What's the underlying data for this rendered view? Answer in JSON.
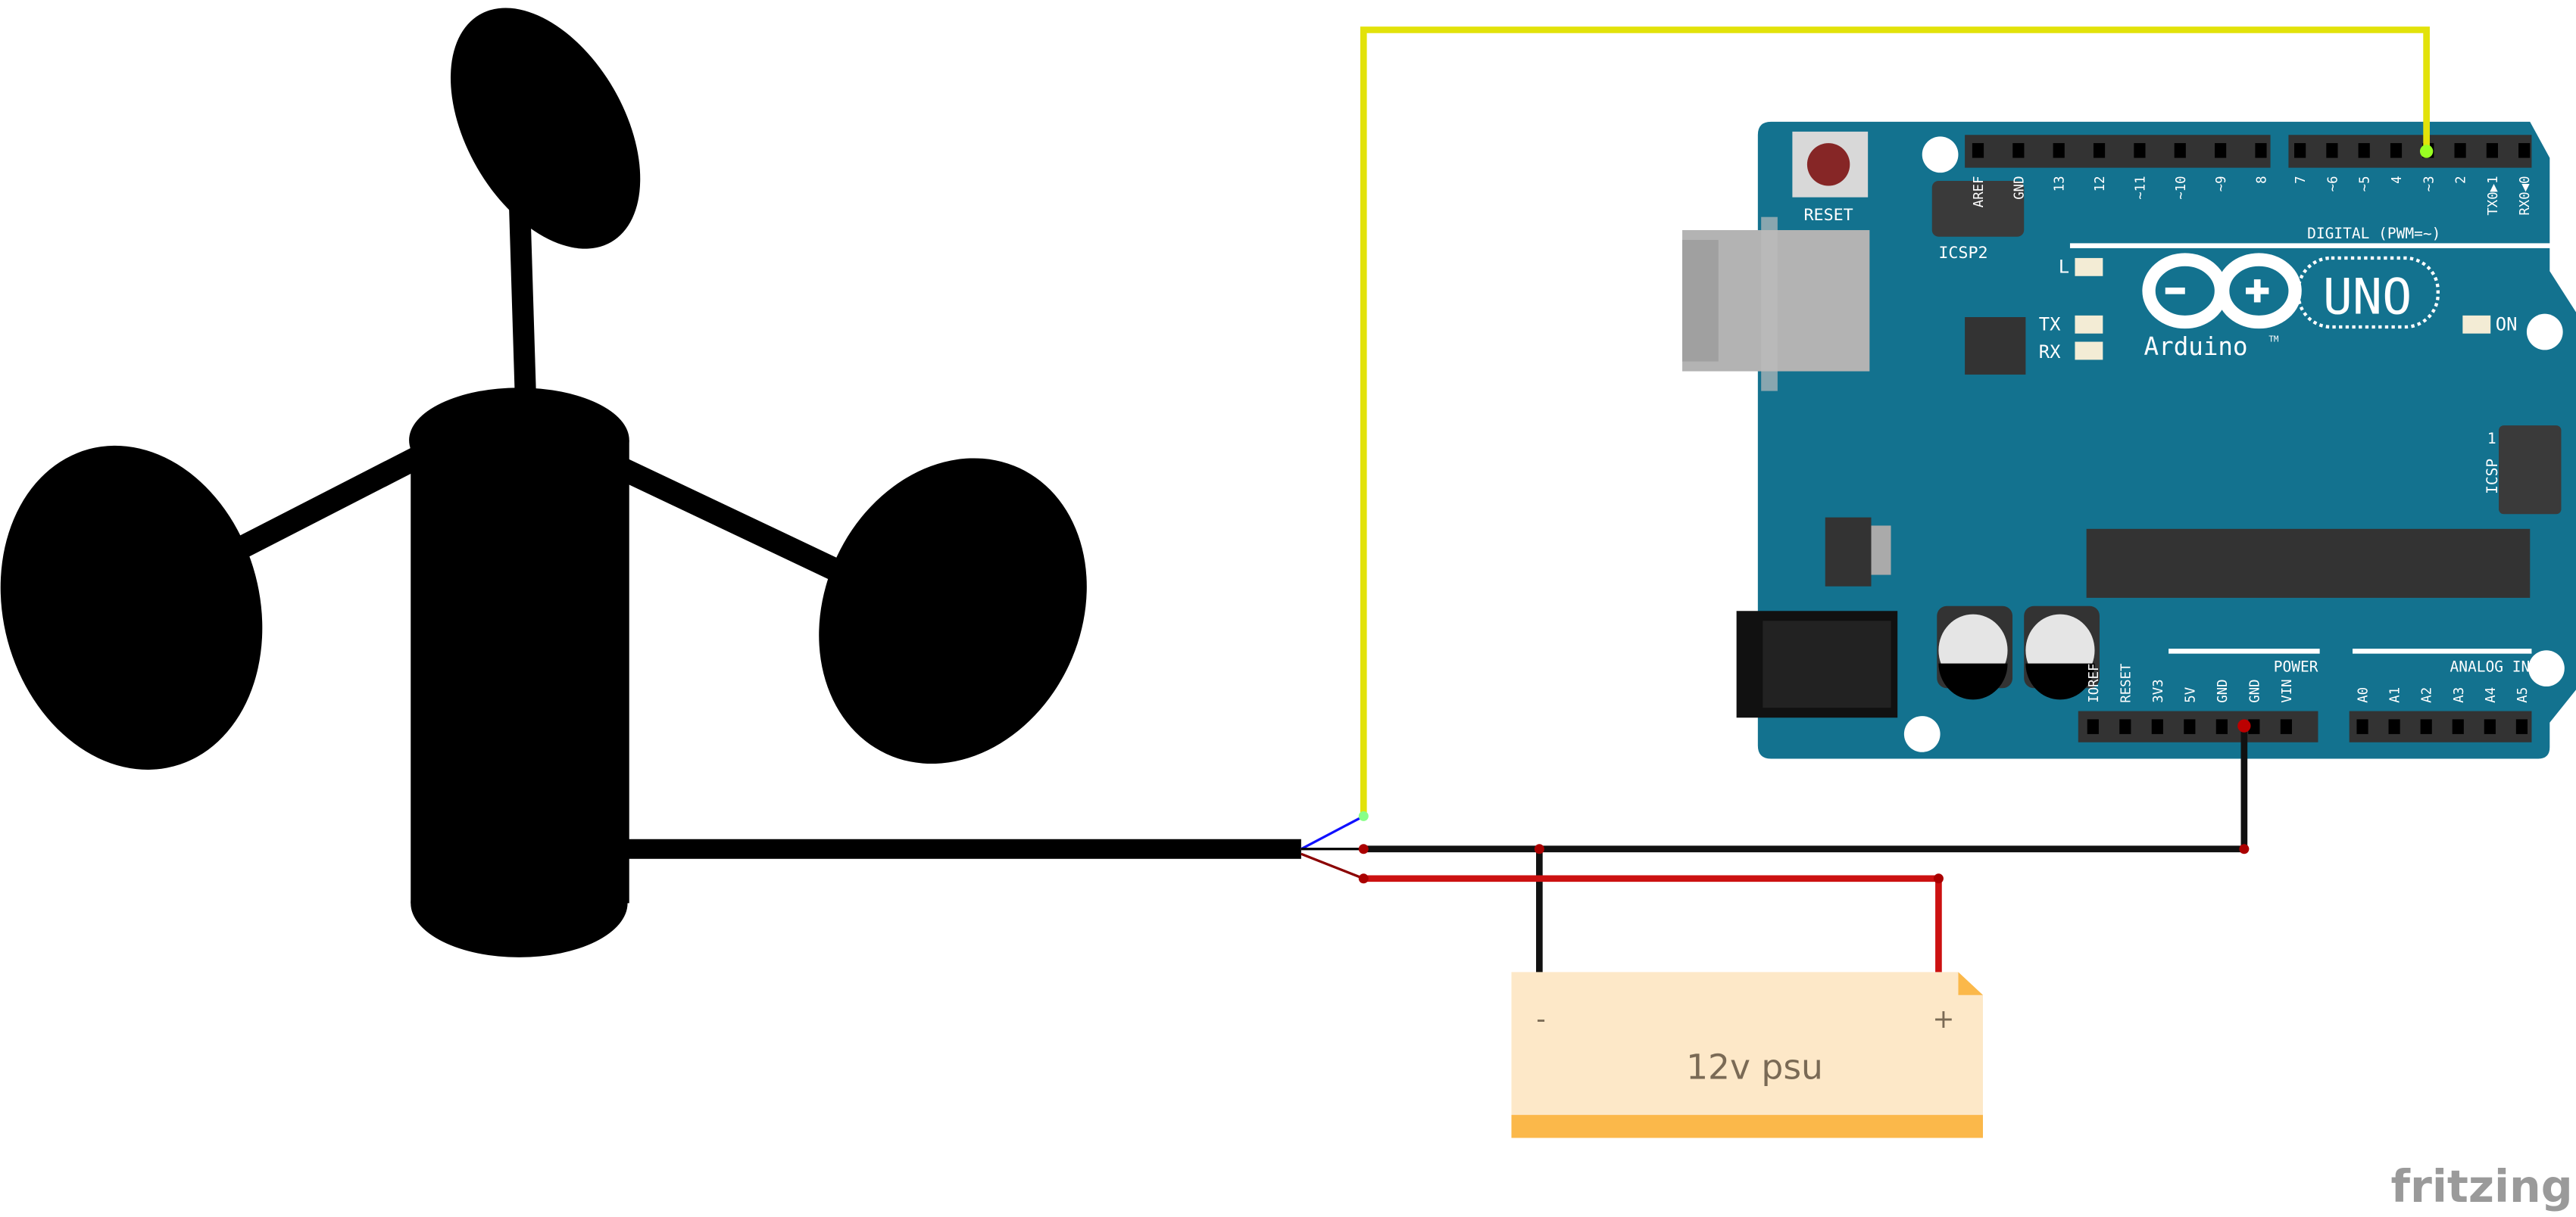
{
  "arduino": {
    "reset_label": "RESET",
    "icsp2_label": "ICSP2",
    "icsp_label": "ICSP",
    "icsp_pin1": "1",
    "led_l": "L",
    "led_tx": "TX",
    "led_rx": "RX",
    "led_on": "ON",
    "brand": "Arduino",
    "tm": "TM",
    "model": "UNO",
    "digital_label": "DIGITAL (PWM=~)",
    "power_label": "POWER",
    "analog_label": "ANALOG IN",
    "digital_pins_high": [
      "AREF",
      "GND",
      "13",
      "12",
      "~11",
      "~10",
      "~9",
      "8"
    ],
    "digital_pins_low": [
      "7",
      "~6",
      "~5",
      "4",
      "~3",
      "2",
      "TX0▶1",
      "RX0◀0"
    ],
    "power_pins": [
      "IOREF",
      "RESET",
      "3V3",
      "5V",
      "GND",
      "GND",
      "VIN"
    ],
    "analog_pins": [
      "A0",
      "A1",
      "A2",
      "A3",
      "A4",
      "A5"
    ],
    "board_color": "#13728f"
  },
  "psu": {
    "label": "12v psu",
    "minus": "-",
    "plus": "+",
    "fill": "#fde8c8",
    "strip": "#fbb84a"
  },
  "wires": {
    "signal": "#f2f20a",
    "ground": "#111111",
    "power": "#cc1111"
  },
  "logo": "fritzing"
}
